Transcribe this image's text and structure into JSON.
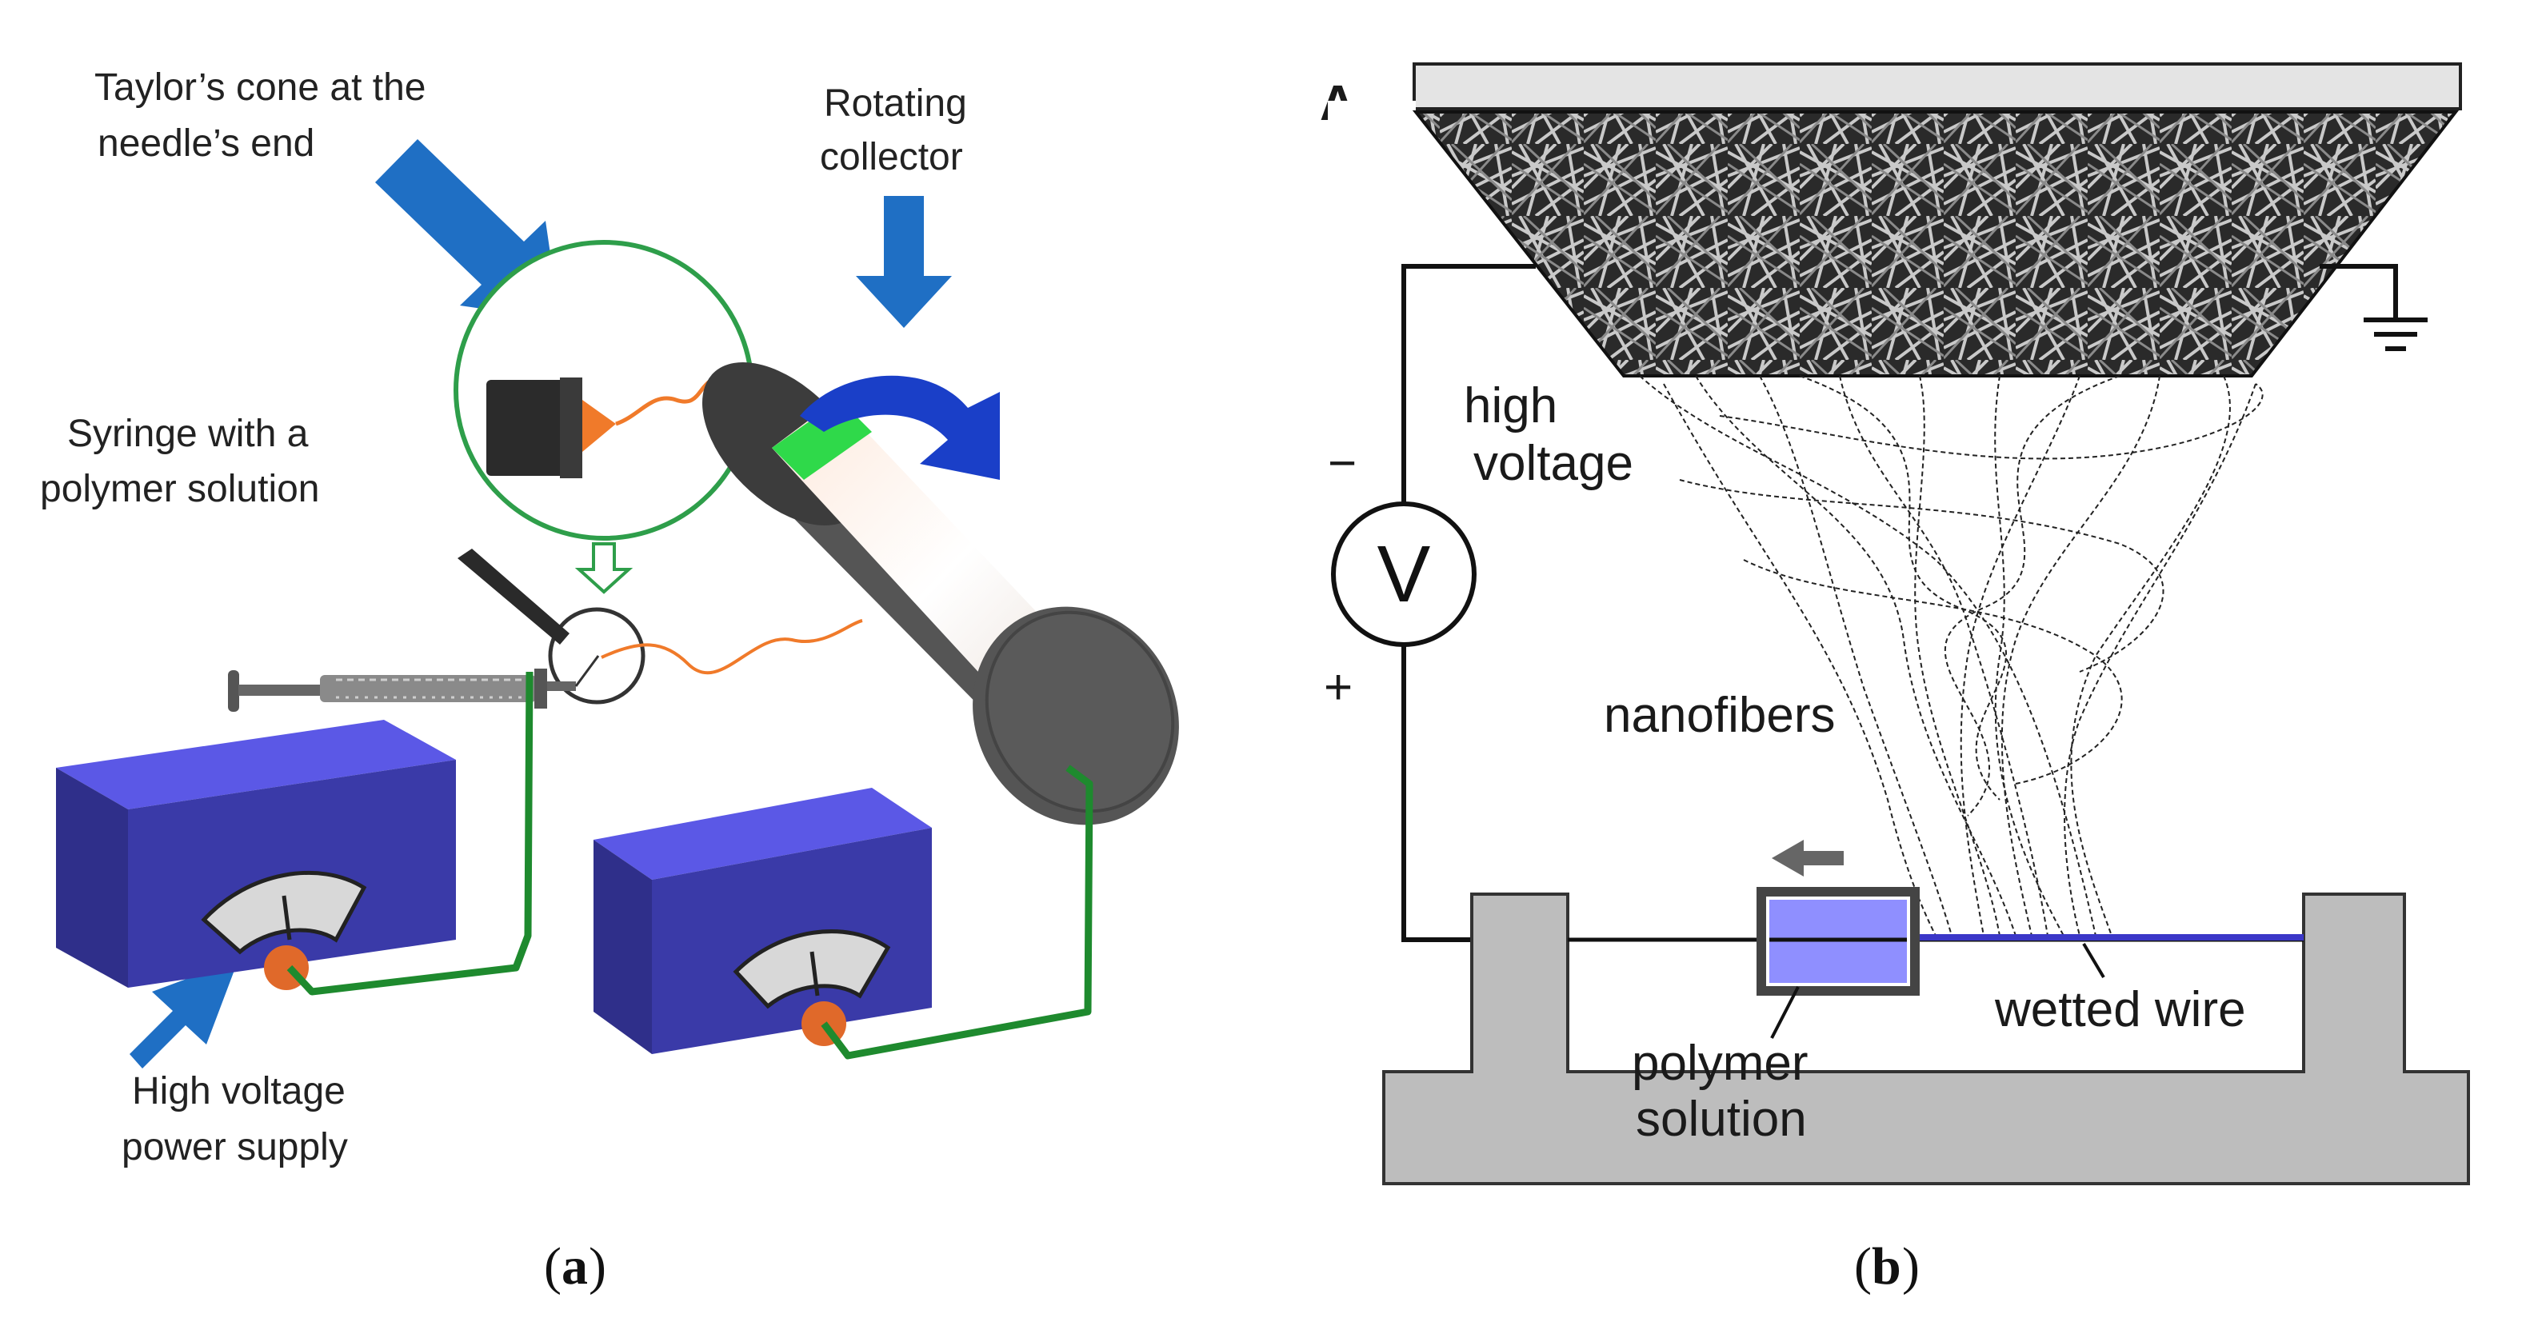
{
  "panel_a": {
    "labels": {
      "taylor_line1": "Taylor’s cone at the",
      "taylor_line2": "needle’s end",
      "collector_line1": "Rotating",
      "collector_line2": "collector",
      "syringe_line1": "Syringe with a",
      "syringe_line2": "polymer solution",
      "supply_line1": "High voltage",
      "supply_line2": "power supply"
    },
    "caption_letter": "a"
  },
  "panel_b": {
    "labels": {
      "hv_line1": "high",
      "hv_line2": "voltage",
      "minus": "−",
      "plus": "+",
      "voltmeter": "V",
      "nanofibers": "nanofibers",
      "wetted_wire": "wetted wire",
      "polymer_line1": "polymer",
      "polymer_line2": "solution",
      "corner_letter": "A"
    },
    "caption_letter": "b"
  },
  "colors": {
    "arrow_blue": "#1f6fc4",
    "supply_blue": "#3d3fb3",
    "wire_green": "#1e8a2e",
    "collector_green": "#2fd94a",
    "cone_orange": "#f07a2a",
    "knob_orange": "#e0692a",
    "base_gray": "#bdbdbd",
    "solution_purple": "#8f8fff"
  }
}
